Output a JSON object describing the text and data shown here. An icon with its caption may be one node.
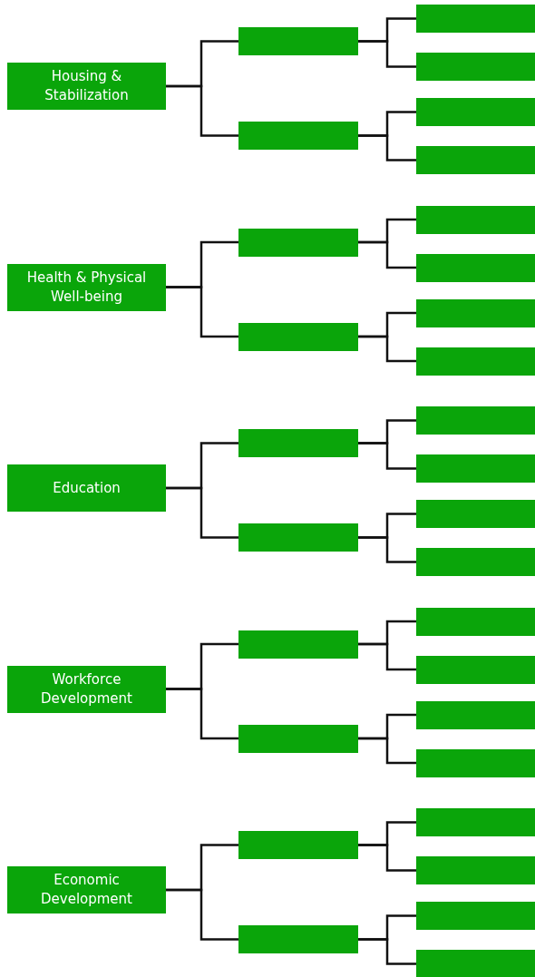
{
  "diagram": {
    "nodes": [
      {
        "text": [
          "Housing & Stabilization"
        ]
      },
      {
        "text": [],
        "shape": "box"
      },
      {
        "text": [],
        "shape": "box"
      },
      {
        "text": [],
        "shape": "box"
      },
      {
        "text": [],
        "shape": "box"
      },
      {
        "text": [],
        "shape": "box"
      },
      {
        "text": [],
        "shape": "box"
      },
      {
        "text": [
          "Health & Physical Well-being"
        ]
      },
      {
        "text": [],
        "shape": "box"
      },
      {
        "text": [],
        "shape": "box"
      },
      {
        "text": [],
        "shape": "box"
      },
      {
        "text": [],
        "shape": "box"
      },
      {
        "text": [],
        "shape": "box"
      },
      {
        "text": [],
        "shape": "box"
      },
      {
        "text": [
          "Education"
        ]
      },
      {
        "text": [],
        "shape": "box"
      },
      {
        "text": [],
        "shape": "box"
      },
      {
        "text": [],
        "shape": "box"
      },
      {
        "text": [],
        "shape": "box"
      },
      {
        "text": [],
        "shape": "box"
      },
      {
        "text": [],
        "shape": "box"
      },
      {
        "text": [
          "Workforce Development"
        ]
      },
      {
        "text": [],
        "shape": "box"
      },
      {
        "text": [],
        "shape": "box"
      },
      {
        "text": [],
        "shape": "box"
      },
      {
        "text": [],
        "shape": "box"
      },
      {
        "text": [],
        "shape": "box"
      },
      {
        "text": [],
        "shape": "box"
      },
      {
        "text": [
          "Economic Development"
        ]
      },
      {
        "text": [],
        "shape": "box"
      },
      {
        "text": [],
        "shape": "box"
      },
      {
        "text": [],
        "shape": "box"
      },
      {
        "text": [],
        "shape": "box"
      },
      {
        "text": [],
        "shape": "box"
      },
      {
        "text": [],
        "shape": "box"
      }
    ],
    "edges": [
      {
        "from": 0,
        "to": 1,
        "arrow": "none"
      },
      {
        "from": 0,
        "to": 2,
        "arrow": "none"
      },
      {
        "from": 1,
        "to": 3,
        "arrow": "none"
      },
      {
        "from": 1,
        "to": 4,
        "arrow": "none"
      },
      {
        "from": 2,
        "to": 5,
        "arrow": "none"
      },
      {
        "from": 2,
        "to": 6,
        "arrow": "none"
      },
      {
        "from": 7,
        "to": 8,
        "arrow": "none"
      },
      {
        "from": 7,
        "to": 9,
        "arrow": "none"
      },
      {
        "from": 8,
        "to": 10,
        "arrow": "none"
      },
      {
        "from": 8,
        "to": 11,
        "arrow": "none"
      },
      {
        "from": 9,
        "to": 12,
        "arrow": "none"
      },
      {
        "from": 9,
        "to": 13,
        "arrow": "none"
      },
      {
        "from": 14,
        "to": 15,
        "arrow": "none"
      },
      {
        "from": 14,
        "to": 16,
        "arrow": "none"
      },
      {
        "from": 15,
        "to": 17,
        "arrow": "none"
      },
      {
        "from": 15,
        "to": 18,
        "arrow": "none"
      },
      {
        "from": 16,
        "to": 19,
        "arrow": "none"
      },
      {
        "from": 16,
        "to": 20,
        "arrow": "none"
      },
      {
        "from": 21,
        "to": 22,
        "arrow": "none"
      },
      {
        "from": 21,
        "to": 23,
        "arrow": "none"
      },
      {
        "from": 22,
        "to": 24,
        "arrow": "none"
      },
      {
        "from": 22,
        "to": 25,
        "arrow": "none"
      },
      {
        "from": 23,
        "to": 26,
        "arrow": "none"
      },
      {
        "from": 23,
        "to": 27,
        "arrow": "none"
      },
      {
        "from": 28,
        "to": 29,
        "arrow": "none"
      },
      {
        "from": 28,
        "to": 30,
        "arrow": "none"
      },
      {
        "from": 29,
        "to": 31,
        "arrow": "none"
      },
      {
        "from": 29,
        "to": 32,
        "arrow": "none"
      },
      {
        "from": 30,
        "to": 33,
        "arrow": "none"
      },
      {
        "from": 30,
        "to": 34,
        "arrow": "none"
      }
    ]
  }
}
